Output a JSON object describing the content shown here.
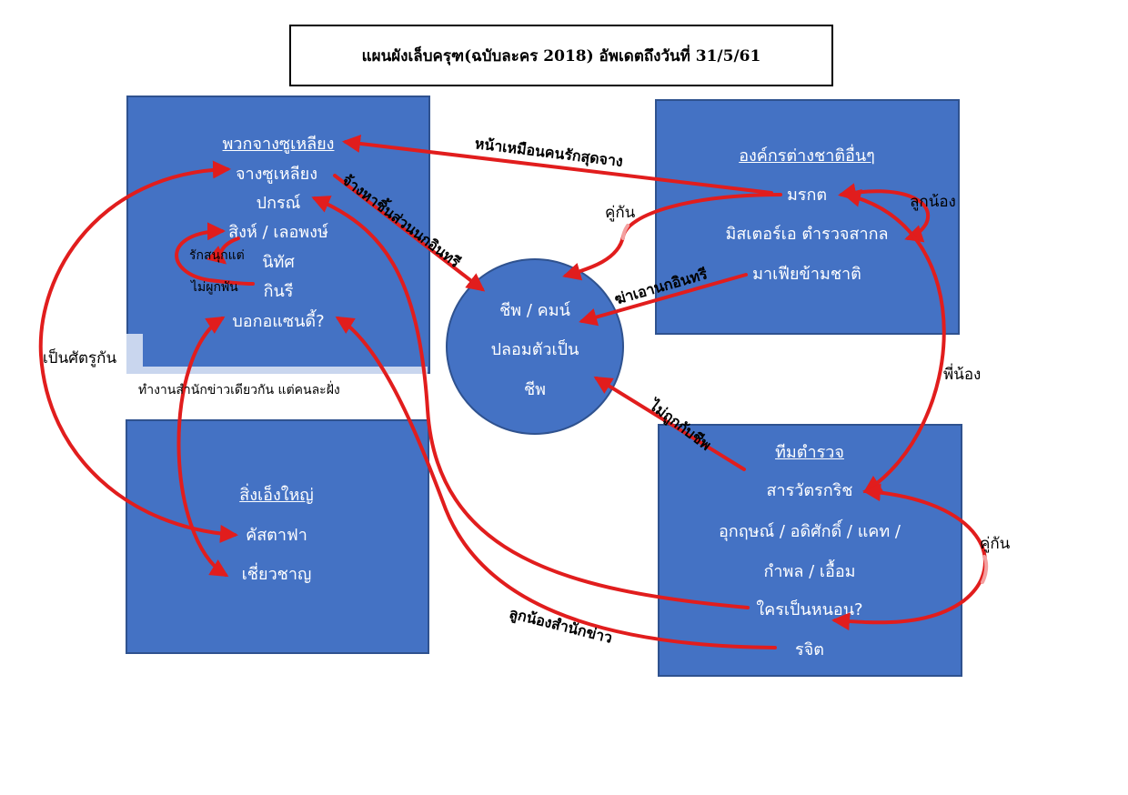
{
  "title": "แผนผังเล็บครุฑ(ฉบับละคร 2018) อัพเดตถึงวันที่ 31/5/61",
  "colors": {
    "panel": "#4472c4",
    "panel_border": "#2f528f",
    "arrow": "#e11d1d",
    "text_on_panel": "#ffffff"
  },
  "groups": {
    "jang": {
      "heading": "พวกจางซูเหลียง",
      "items": [
        "จางซูเหลียง",
        "ปกรณ์",
        "สิงห์ / เลอพงษ์",
        "นิทัศ",
        "กินรี",
        "บอกอแซนดี้?"
      ]
    },
    "foreign": {
      "heading": "องค์กรต่างชาติอื่นๆ",
      "items": [
        "มรกต",
        "มิสเตอร์เอ ตำรวจสากล",
        "มาเฟียข้ามชาติ"
      ]
    },
    "center": {
      "items": [
        "ชีพ / คมน์",
        "ปลอมตัวเป็น",
        "ชีพ"
      ]
    },
    "bigshots": {
      "heading": "สิ่งเอ็งใหญ่",
      "items": [
        "คัสตาฟา",
        "เชี่ยวชาญ"
      ]
    },
    "police": {
      "heading": "ทีมตำรวจ",
      "items": [
        "สารวัตรกริช",
        "อุกฤษณ์ / อดิศักดิ์ / แคท /",
        "กำพล / เอื้อม",
        "ใครเป็นหนอน?",
        "รจิต"
      ]
    }
  },
  "relations": {
    "enemies": "เป็นศัตรูกัน",
    "same_news_office": "ทำงานสำนักข่าวเดียวกัน แต่คนละฝั่ง",
    "couple_1": "คู่กัน",
    "cousins": "ลูกน้อง",
    "siblings": "พี่น้อง",
    "couple_2": "คู่กัน",
    "likes_but_not_bound": "รักสนุกแต่",
    "not_bound": "ไม่ผูกพัน",
    "looks_like_lover": "หน้าเหมือนคนรักสุดจาง",
    "hired_to_kill": "จ้างหาชิ้นส่วนนกอินทรี",
    "kill_for_eagle": "ฆ่าเอานกอินทรี",
    "not_captured": "ไม่ถูกกับชีพ",
    "news_subordinate": "ลูกน้องสำนักข่าว"
  }
}
